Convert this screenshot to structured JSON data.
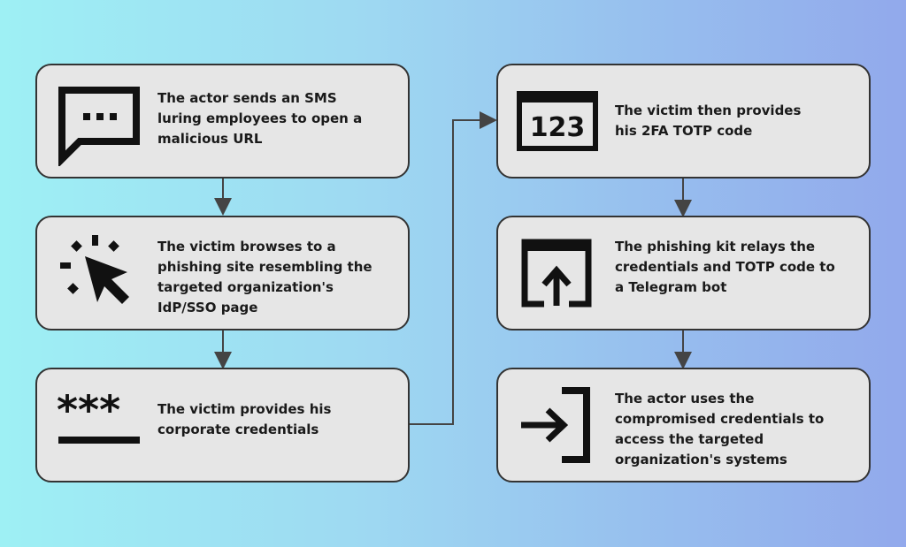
{
  "steps": [
    {
      "id": 1,
      "icon": "sms-chat-icon",
      "text": "The actor sends an SMS luring employees to open a malicious URL"
    },
    {
      "id": 2,
      "icon": "cursor-click-icon",
      "text": "The victim browses to a phishing site resembling the targeted organization's IdP/SSO page"
    },
    {
      "id": 3,
      "icon": "password-icon",
      "text": "The victim provides his corporate credentials"
    },
    {
      "id": 4,
      "icon": "numeric-code-icon",
      "icon_label": "123",
      "text": "The victim then provides his 2FA TOTP code"
    },
    {
      "id": 5,
      "icon": "upload-window-icon",
      "text": "The phishing kit relays the credentials and TOTP code to a Telegram bot"
    },
    {
      "id": 6,
      "icon": "login-enter-icon",
      "text": "The actor uses the compromised credentials to access the targeted organization's systems"
    }
  ],
  "colors": {
    "card_fill": "#e6e6e6",
    "card_border": "#333333",
    "arrow": "#444444",
    "icon": "#111111"
  }
}
